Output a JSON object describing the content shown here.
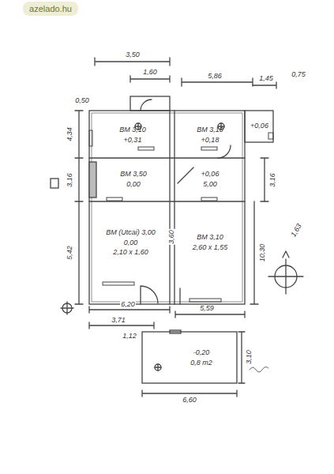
{
  "diagram": {
    "nodes": [
      {
        "text": [
          "BM 3,10",
          "+0,31"
        ]
      },
      {
        "text": [
          "BM 3,10",
          "+0,18"
        ]
      },
      {
        "text": [
          "+0,06"
        ]
      },
      {
        "text": [
          "BM 3,50",
          "0,00"
        ]
      },
      {
        "text": [
          "+0,06",
          "5,00"
        ]
      },
      {
        "text": [
          "BM (Utcai) 3,00",
          "0,00",
          "2,10 x 1,60"
        ]
      },
      {
        "text": [
          "BM 3,10",
          "2,60 x 1,55"
        ]
      },
      {
        "text": [
          "-0,20",
          "0,8 m2"
        ]
      }
    ],
    "labels": [
      "azelado.hu",
      "3,50",
      "1,60",
      "5,86",
      "1,45",
      "0,75",
      "0,50",
      "4,34",
      "3,16",
      "5,42",
      "3,16",
      "10,30",
      "6,20",
      "5,59",
      "3,71",
      "6,60",
      "3,10",
      "1,12",
      "1,63",
      "3,60"
    ]
  }
}
